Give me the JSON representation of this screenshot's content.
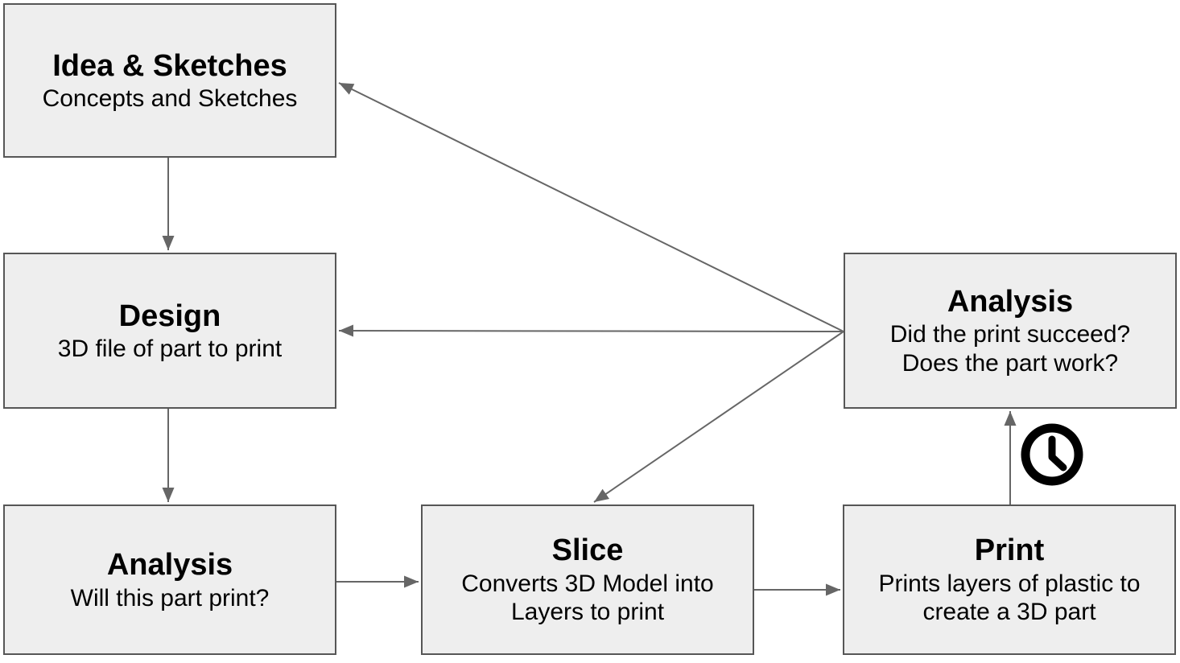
{
  "diagram": {
    "type": "flowchart",
    "nodes": {
      "idea": {
        "title": "Idea & Sketches",
        "subtitle": "Concepts and Sketches"
      },
      "design": {
        "title": "Design",
        "subtitle": "3D file of part to print"
      },
      "analysis_pre": {
        "title": "Analysis",
        "subtitle": "Will this part print?"
      },
      "slice": {
        "title": "Slice",
        "subtitle": "Converts 3D Model into Layers to print"
      },
      "print": {
        "title": "Print",
        "subtitle": "Prints layers of plastic to create a 3D part"
      },
      "analysis_post": {
        "title": "Analysis",
        "subtitle": "Did the print succeed?",
        "subtitle2": "Does the part work?"
      }
    },
    "edges": [
      {
        "from": "idea",
        "to": "design"
      },
      {
        "from": "design",
        "to": "analysis_pre"
      },
      {
        "from": "analysis_pre",
        "to": "slice"
      },
      {
        "from": "slice",
        "to": "print"
      },
      {
        "from": "print",
        "to": "analysis_post",
        "icon": "clock"
      },
      {
        "from": "analysis_post",
        "to": "design"
      },
      {
        "from": "analysis_post",
        "to": "idea"
      },
      {
        "from": "analysis_post",
        "to": "slice"
      }
    ],
    "colors": {
      "node_fill": "#eeeeee",
      "node_border": "#565656",
      "arrow": "#666666",
      "text": "#000000",
      "clock_icon": "#000000",
      "background": "#ffffff"
    }
  }
}
